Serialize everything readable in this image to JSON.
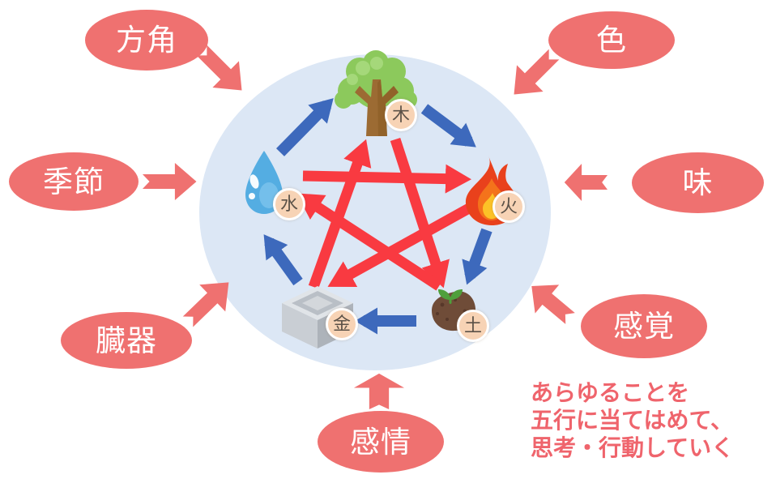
{
  "labels": {
    "direction": "方角",
    "color": "色",
    "season": "季節",
    "taste": "味",
    "organs": "臓器",
    "senses": "感覚",
    "emotions": "感情"
  },
  "elements": {
    "wood": "木",
    "fire": "火",
    "earth": "土",
    "metal": "金",
    "water": "水"
  },
  "caption": {
    "line1": "あらゆることを",
    "line2": "五行に当てはめて、",
    "line3": "思考・行動していく"
  },
  "icons": {
    "wood": "tree-icon",
    "fire": "flame-icon",
    "earth": "soil-sprout-icon",
    "metal": "metal-block-icon",
    "water": "water-drop-icon"
  },
  "colors": {
    "label_pink": "#ef7170",
    "generating_arrow_blue": "#3d69bc",
    "overcoming_arrow_red": "#f93a41",
    "circle_background": "#dce7f5",
    "badge_background": "#f7d3b5",
    "caption_text": "#ef646c"
  },
  "cycles": {
    "generating_blue": [
      {
        "from": "水",
        "to": "木"
      },
      {
        "from": "木",
        "to": "火"
      },
      {
        "from": "火",
        "to": "土"
      },
      {
        "from": "土",
        "to": "金"
      },
      {
        "from": "金",
        "to": "水"
      }
    ],
    "overcoming_red": [
      {
        "from": "水",
        "to": "火"
      },
      {
        "from": "火",
        "to": "金"
      },
      {
        "from": "金",
        "to": "木"
      },
      {
        "from": "木",
        "to": "土"
      },
      {
        "from": "土",
        "to": "水"
      }
    ]
  }
}
